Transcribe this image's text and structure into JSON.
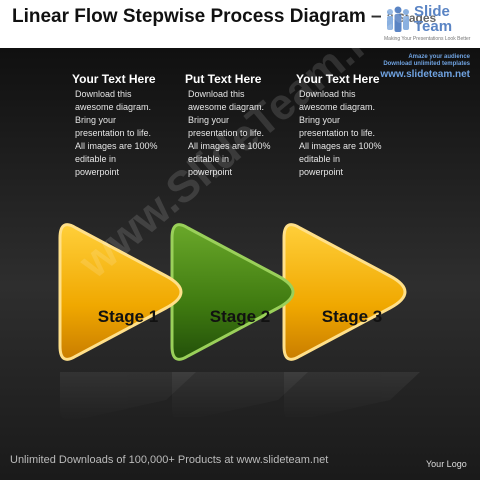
{
  "header": {
    "title": "Linear Flow Stepwise Process Diagram –",
    "title_tail": "3 Stages"
  },
  "logo": {
    "line1": "Slide",
    "line2": "Team",
    "tagline": "Making Your Presentations Look Better"
  },
  "promo": {
    "line1": "Amaze your audience",
    "line2": "Download unlimited templates",
    "url": "www.slideteam.net"
  },
  "columns": [
    {
      "heading": "Your Text Here",
      "lines": [
        "Download this",
        "awesome diagram.",
        "Bring your",
        "presentation to life.",
        "All images are 100%",
        "editable in",
        "powerpoint"
      ]
    },
    {
      "heading": "Put Text Here",
      "lines": [
        "Download this",
        "awesome diagram.",
        "Bring your",
        "presentation to life.",
        "All images are 100%",
        "editable in",
        "powerpoint"
      ]
    },
    {
      "heading": "Your Text Here",
      "lines": [
        "Download this",
        "awesome diagram.",
        "Bring your",
        "presentation to life.",
        "All images are 100%",
        "editable in",
        "powerpoint"
      ]
    }
  ],
  "stages": [
    {
      "label": "Stage 1",
      "color": "#f0a800"
    },
    {
      "label": "Stage 2",
      "color": "#3f7a10"
    },
    {
      "label": "Stage 3",
      "color": "#f0a800"
    }
  ],
  "watermark": "www.SlideTeam.net",
  "footer": {
    "text": "Unlimited Downloads of 100,000+ Products at www.slideteam.net",
    "logo_text": "Your Logo"
  }
}
